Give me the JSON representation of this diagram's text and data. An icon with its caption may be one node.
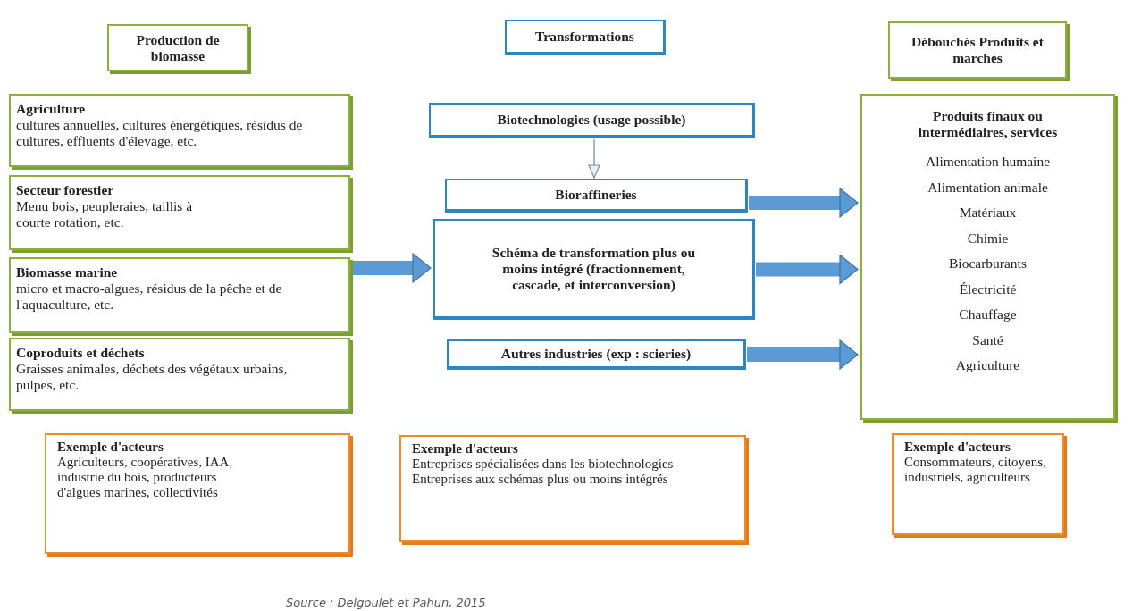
{
  "diagram": {
    "caption": "Source : Delgoulet et Pahun, 2015",
    "nodes": [
      {
        "text": [
          "Production de biomasse"
        ]
      },
      {
        "text": [
          "Agriculture",
          "cultures annuelles, cultures énergétiques, résidus de cultures, effluents d'élevage, etc."
        ]
      },
      {
        "text": [
          "Secteur forestier",
          "Menu bois, peupleraies, taillis à courte rotation, etc."
        ]
      },
      {
        "text": [
          "Biomasse marine",
          "micro et macro-algues, résidus de la pêche et de l'aquaculture, etc."
        ]
      },
      {
        "text": [
          "Coproduits et déchets",
          "Graisses animales, déchets des végétaux urbains, pulpes, etc."
        ]
      },
      {
        "text": [
          "Transformations"
        ]
      },
      {
        "text": [
          "Biotechnologies (usage possible)"
        ]
      },
      {
        "text": [
          "Bioraffineries"
        ]
      },
      {
        "text": [
          "Schéma de transformation plus ou moins intégré (fractionnement, cascade, et interconversion)"
        ]
      },
      {
        "text": [
          "Autres industries (exp : scieries)"
        ]
      },
      {
        "text": [
          "Débouchés Produits et marchés"
        ]
      },
      {
        "text": [
          "Produits finaux ou intermédiaires, services",
          "Alimentation humaine",
          "Alimentation animale",
          "Matériaux",
          "Chimie",
          "Biocarburants",
          "Électricité",
          "Chauffage",
          "Santé",
          "Agriculture"
        ]
      },
      {
        "text": [
          "Exemple d'acteurs",
          "Agriculteurs, coopératives, IAA, industrie du bois, producteurs d'algues marines, collectivités"
        ]
      },
      {
        "text": [
          "Exemple d'acteurs",
          "Entreprises spécialisées dans les biotechnologies",
          "Entreprises aux schémas plus ou moins intégrés"
        ]
      },
      {
        "text": [
          "Exemple d'acteurs",
          "Consommateurs, citoyens, industriels, agriculteurs"
        ]
      }
    ],
    "edges": [
      {
        "from": 6,
        "to": 7,
        "arrow": "to",
        "color": "#7b8e9c"
      },
      {
        "from": 3,
        "to": 8,
        "arrow": "to"
      },
      {
        "from": 7,
        "to": 11,
        "arrow": "to"
      },
      {
        "from": 8,
        "to": 11,
        "arrow": "to"
      },
      {
        "from": 9,
        "to": 11,
        "arrow": "to"
      }
    ]
  }
}
